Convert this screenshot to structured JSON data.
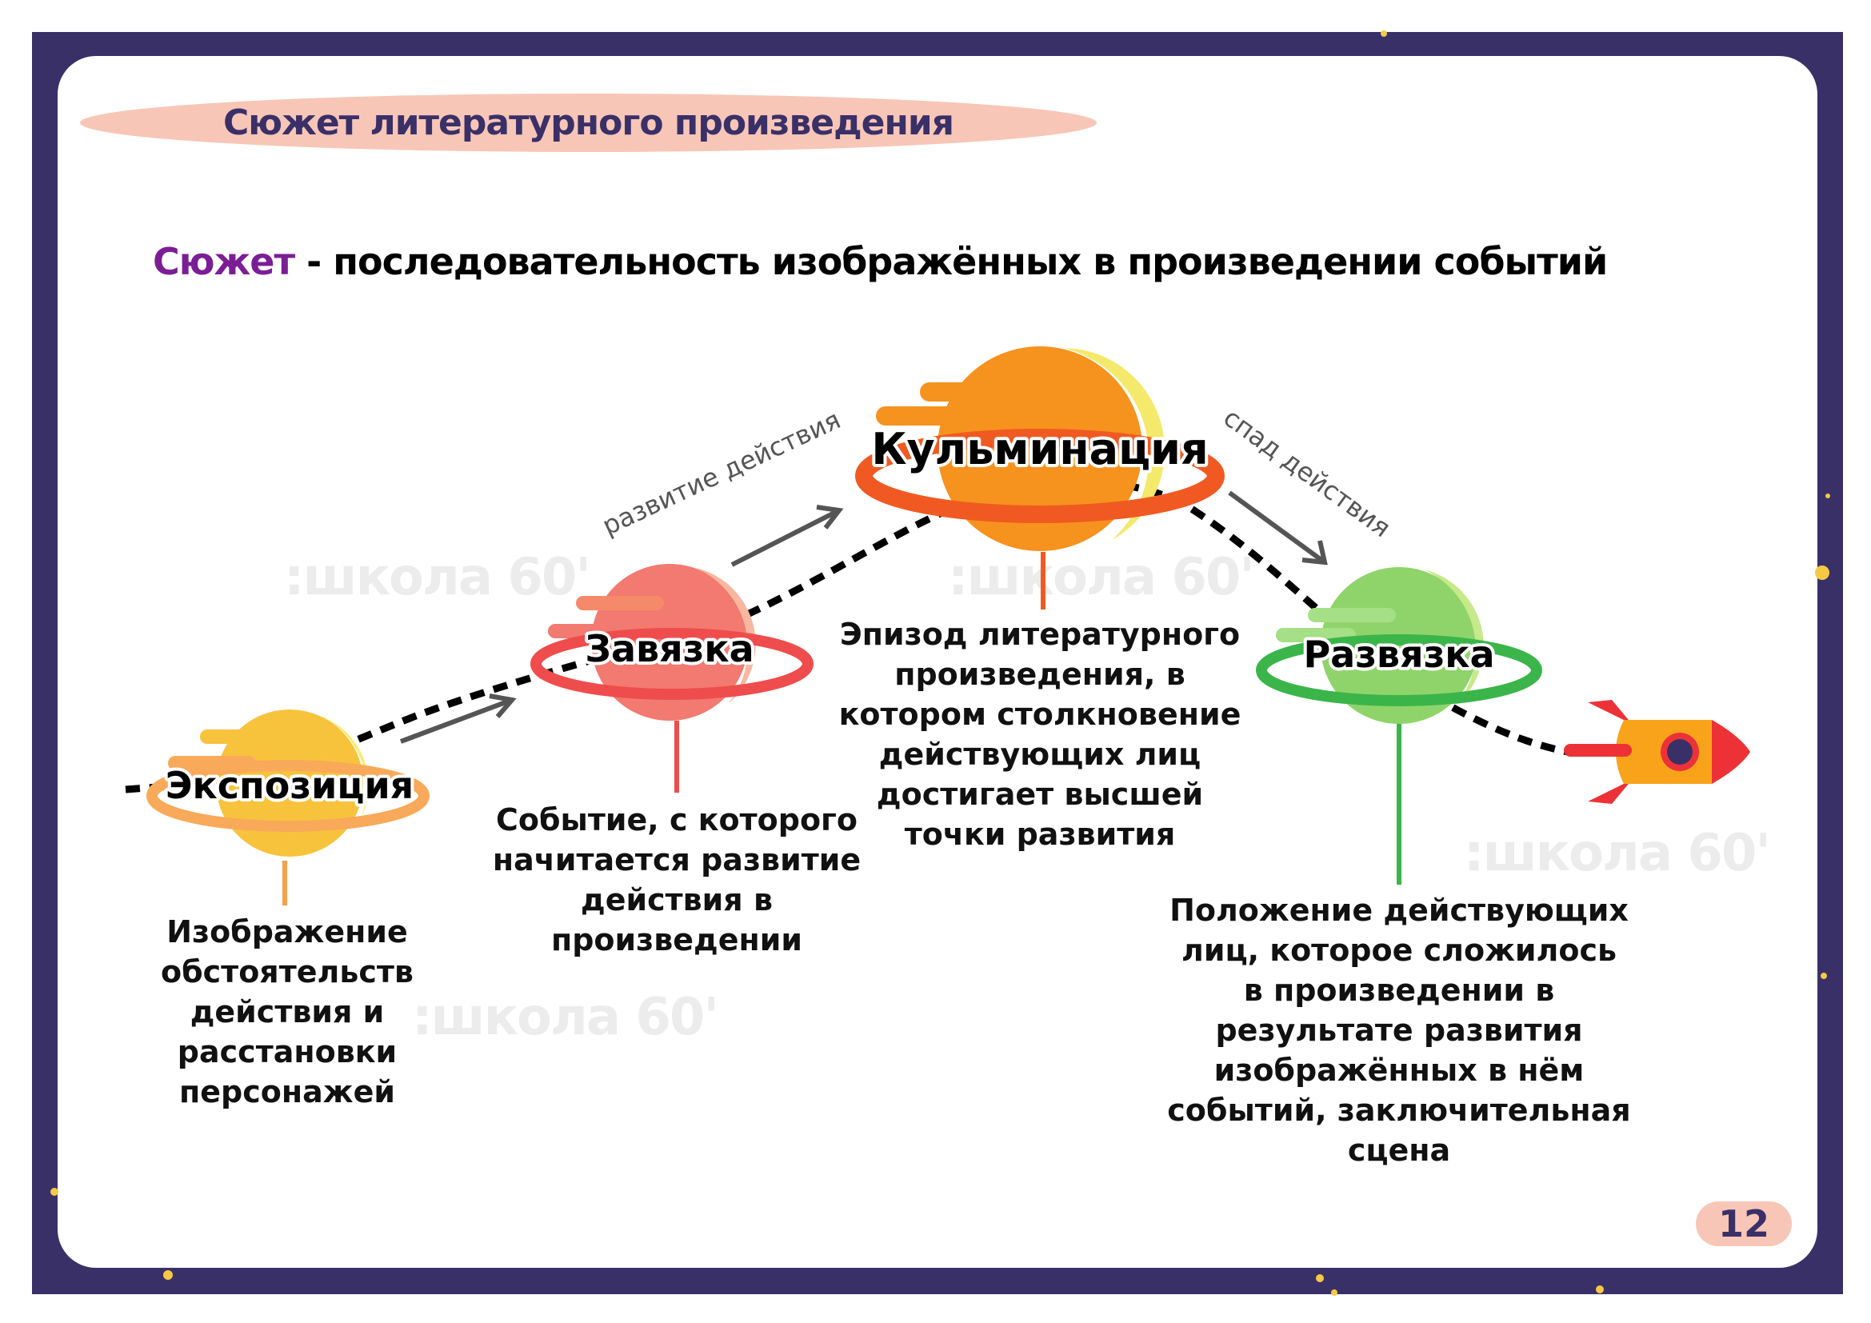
{
  "header": {
    "title": "Сюжет литературного произведения"
  },
  "definition": {
    "term": "Сюжет",
    "text": " - последовательность изображённых в произведении событий"
  },
  "arrows": {
    "rising": "развитие действия",
    "falling": "спад действия"
  },
  "stages": [
    {
      "name": "Экспозиция",
      "description": "Изображение\nобстоятельств\nдействия и\nрасстановки\nперсонажей",
      "color": "#f5a623"
    },
    {
      "name": "Завязка",
      "description": "Событие, с которого\nначитается развитие\nдействия в\nпроизведении",
      "color": "#ef4d4d"
    },
    {
      "name": "Кульминация",
      "description": "Эпизод литературного\nпроизведения, в\nкотором столкновение\nдействующих лиц\nдостигает высшей\nточки развития",
      "color": "#f05a22"
    },
    {
      "name": "Развязка",
      "description": "Положение действующих\nлиц, которое сложилось\nв произведении в\nрезультате развития\nизображённых в нём\nсобытий, заключительная\nсцена",
      "color": "#3bb54a"
    }
  ],
  "watermark": ":школа 60'",
  "page_number": "12",
  "colors": {
    "frame": "#3a3068",
    "title_pill": "#f8c6b7",
    "term": "#7b1e96"
  }
}
